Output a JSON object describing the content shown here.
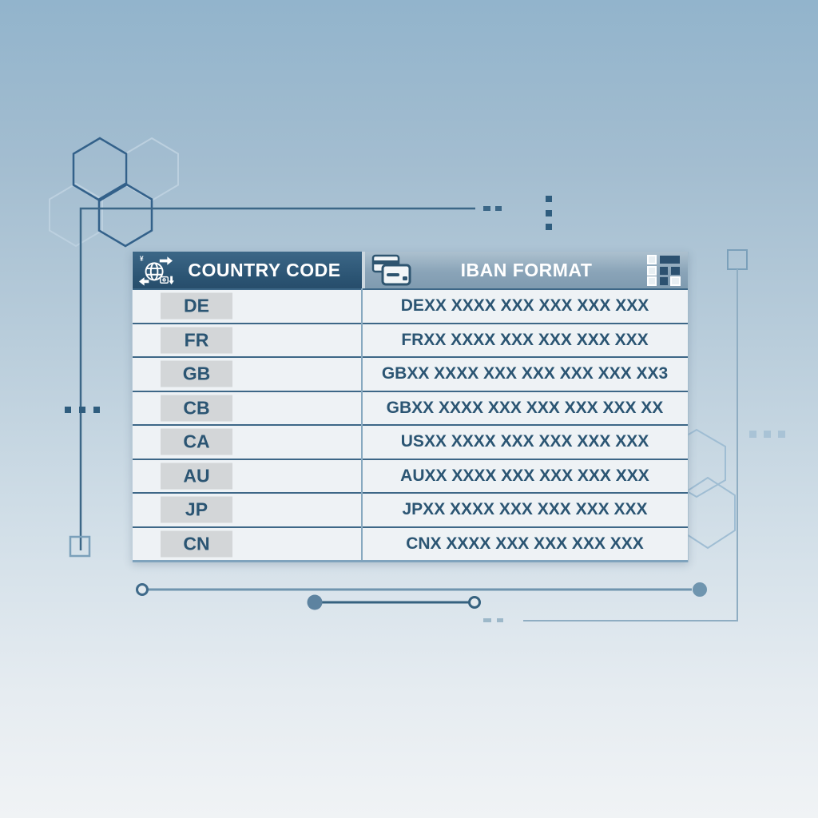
{
  "table": {
    "columns": [
      {
        "label": "COUNTRY CODE",
        "icon": "currency-exchange-globe-icon"
      },
      {
        "label": "IBAN FORMAT",
        "icon_left": "credit-cards-icon",
        "icon_right": "grid-icon"
      }
    ],
    "rows": [
      {
        "code": "DE",
        "format": "DEXX XXXX XXX XXX XXX XXX"
      },
      {
        "code": "FR",
        "format": "FRXX XXXX XXX XXX XXX XXX"
      },
      {
        "code": "GB",
        "format": "GBXX XXXX XXX XXX XXX XXX XX3"
      },
      {
        "code": "CB",
        "format": "GBXX XXXX XXX XXX XXX XXX XX"
      },
      {
        "code": "CA",
        "format": "USXX XXXX XXX XXX XXX XXX"
      },
      {
        "code": "AU",
        "format": "AUXX XXXX XXX XXX XXX XXX"
      },
      {
        "code": "JP",
        "format": "JPXX XXXX XXX XXX XXX XXX"
      },
      {
        "code": "CN",
        "format": "CNX XXXX XXX XXX XXX XXX"
      }
    ]
  },
  "chart_data": {
    "type": "table",
    "columns": [
      "COUNTRY CODE",
      "IBAN FORMAT"
    ],
    "rows": [
      [
        "DE",
        "DEXX XXXX XXX XXX XXX XXX"
      ],
      [
        "FR",
        "FRXX XXXX XXX XXX XXX XXX"
      ],
      [
        "GB",
        "GBXX XXXX XXX XXX XXX XXX XX3"
      ],
      [
        "CB",
        "GBXX XXXX XXX XXX XXX XXX XX"
      ],
      [
        "CA",
        "USXX XXXX XXX XXX XXX XXX"
      ],
      [
        "AU",
        "AUXX XXXX XXX XXX XXX XXX"
      ],
      [
        "JP",
        "JPXX XXXX XXX XXX XXX XXX"
      ],
      [
        "CN",
        "CNX XXXX XXX XXX XXX XXX"
      ]
    ]
  },
  "icons": {
    "country_column": "currency-exchange-globe-icon",
    "iban_column_left": "credit-cards-icon",
    "iban_column_right": "grid-icon"
  },
  "colors": {
    "header_dark": "#2d5777",
    "header_light": "#8aa4b8",
    "row_background": "#eef2f5",
    "code_box": "#d3d6d8",
    "text": "#2b5573",
    "line_dark": "#3c6787",
    "line_light": "#8fadc2",
    "background_top": "#92b4cc",
    "background_bottom": "#f0f3f5"
  }
}
